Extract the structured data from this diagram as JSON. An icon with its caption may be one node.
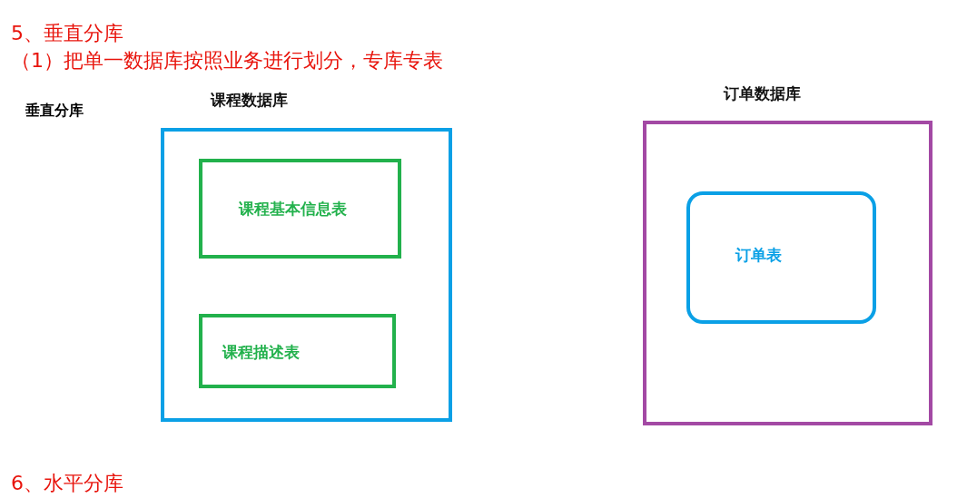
{
  "diagram": {
    "nodes": [
      {
        "text": [
          "课程数据库"
        ]
      },
      {
        "text": [
          "课程基本信息表"
        ],
        "in": 0
      },
      {
        "text": [
          "课程描述表"
        ],
        "in": 0
      },
      {
        "text": [
          "订单数据库"
        ]
      },
      {
        "text": [
          "订单表"
        ],
        "in": 3
      }
    ],
    "labels": [
      "5、垂直分库",
      "（1）把单一数据库按照业务进行划分，专库专表",
      "垂直分库",
      "6、水平分库"
    ]
  }
}
